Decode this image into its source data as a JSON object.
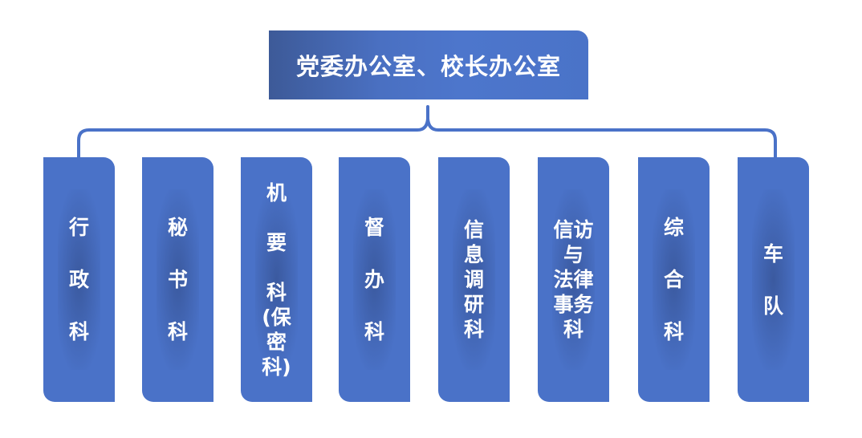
{
  "root": {
    "label": "党委办公室、校长办公室"
  },
  "colors": {
    "box": "#4a72c8",
    "connector": "#4a72c8",
    "text": "#ffffff"
  },
  "children": [
    {
      "id": "xingzheng",
      "label": "行\n政\n科"
    },
    {
      "id": "mishu",
      "label": "秘\n书\n科"
    },
    {
      "id": "jiyao",
      "label": "机\n\n要\n\n科\n(保\n密\n科)"
    },
    {
      "id": "duban",
      "label": "督\n办\n科"
    },
    {
      "id": "xinxi",
      "label": "信\n息\n调\n研\n科"
    },
    {
      "id": "xinfang",
      "label": "信访\n与\n法律\n事务\n科"
    },
    {
      "id": "zonghe",
      "label": "综\n合\n科"
    },
    {
      "id": "chedui",
      "label": "车\n队"
    }
  ]
}
